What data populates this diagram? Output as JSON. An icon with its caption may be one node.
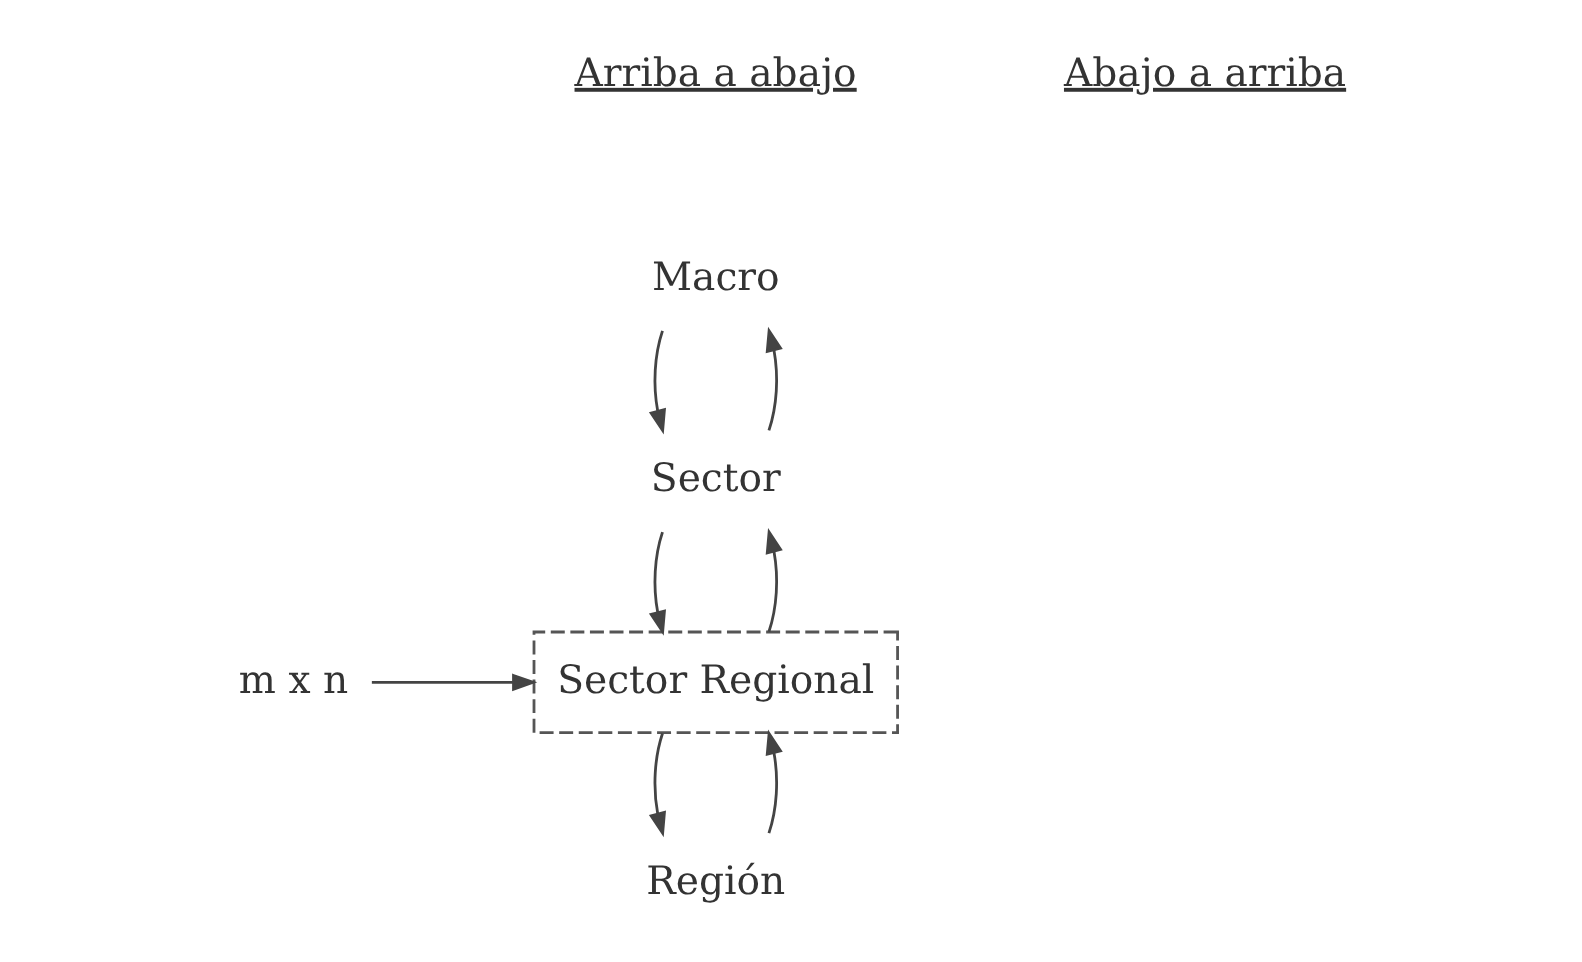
{
  "diagram": {
    "nodes": [
      {
        "text": [
          "Macro"
        ]
      },
      {
        "text": [
          "Sector"
        ]
      },
      {
        "text": [
          "Sector Regional"
        ]
      },
      {
        "text": [
          "Región"
        ]
      },
      {
        "text": [
          "m x n"
        ]
      }
    ],
    "edges": [
      {
        "from": 0,
        "to": 1,
        "arrow": "to"
      },
      {
        "from": 1,
        "to": 2,
        "arrow": "to"
      },
      {
        "from": 2,
        "to": 3,
        "arrow": "to"
      },
      {
        "from": 3,
        "to": 2,
        "arrow": "to"
      },
      {
        "from": 2,
        "to": 1,
        "arrow": "to"
      },
      {
        "from": 1,
        "to": 0,
        "arrow": "to"
      },
      {
        "from": 4,
        "to": 2,
        "arrow": "to"
      }
    ],
    "labels": [
      "Arriba a abajo",
      "Abajo a arriba"
    ]
  }
}
